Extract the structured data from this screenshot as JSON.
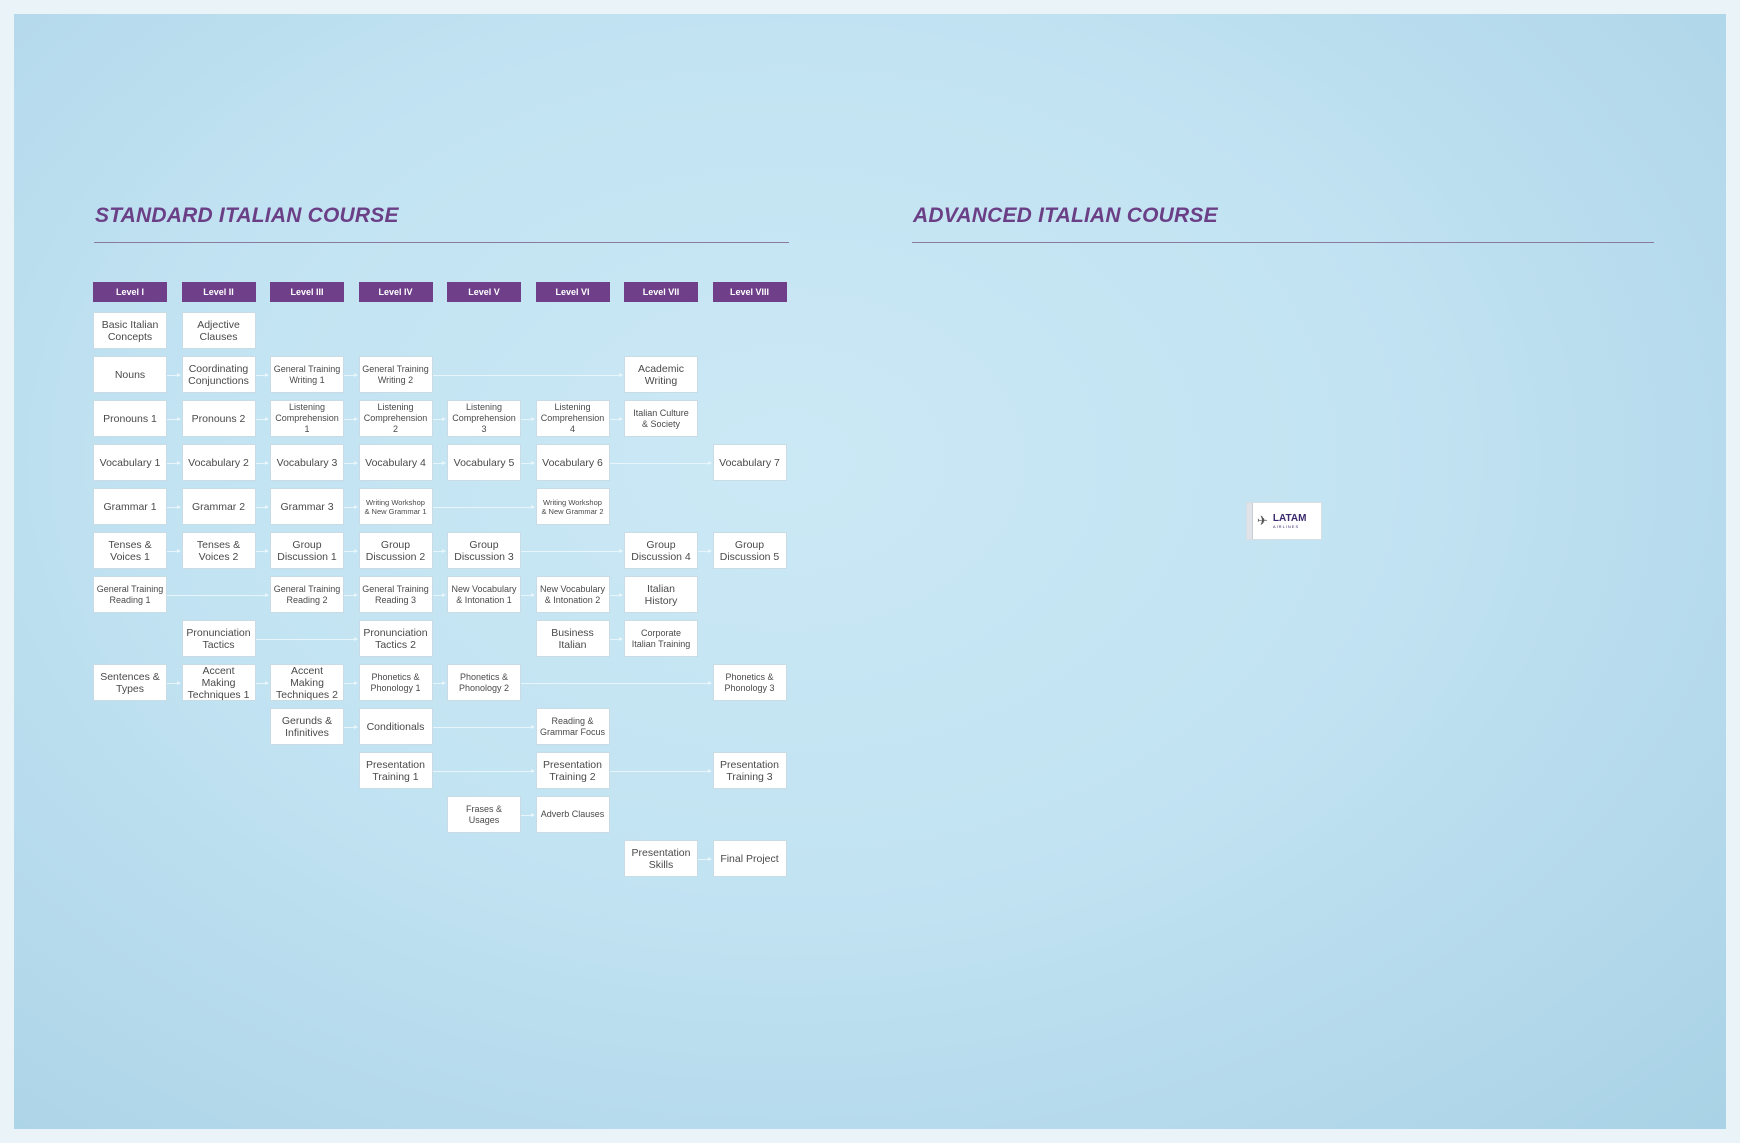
{
  "standard_title": "STANDARD ITALIAN COURSE",
  "advanced_title": "ADVANCED ITALIAN COURSE",
  "levels": [
    "Level I",
    "Level II",
    "Level III",
    "Level IV",
    "Level V",
    "Level VI",
    "Level VII",
    "Level VIII"
  ],
  "courses": [
    {
      "label": "Basic Italian\nConcepts",
      "level": 0,
      "row": 0
    },
    {
      "label": "Adjective\nClauses",
      "level": 1,
      "row": 0
    },
    {
      "label": "Nouns",
      "level": 0,
      "row": 1
    },
    {
      "label": "Coordinating\nConjunctions",
      "level": 1,
      "row": 1
    },
    {
      "label": "General Training\nWriting 1",
      "level": 2,
      "row": 1,
      "size": "small"
    },
    {
      "label": "General Training\nWriting 2",
      "level": 3,
      "row": 1,
      "size": "small"
    },
    {
      "label": "Academic\nWriting",
      "level": 6,
      "row": 1
    },
    {
      "label": "Pronouns 1",
      "level": 0,
      "row": 2
    },
    {
      "label": "Pronouns 2",
      "level": 1,
      "row": 2
    },
    {
      "label": "Listening\nComprehension 1",
      "level": 2,
      "row": 2,
      "size": "small"
    },
    {
      "label": "Listening\nComprehension 2",
      "level": 3,
      "row": 2,
      "size": "small"
    },
    {
      "label": "Listening\nComprehension 3",
      "level": 4,
      "row": 2,
      "size": "small"
    },
    {
      "label": "Listening\nComprehension 4",
      "level": 5,
      "row": 2,
      "size": "small"
    },
    {
      "label": "Italian Culture\n& Society",
      "level": 6,
      "row": 2,
      "size": "small"
    },
    {
      "label": "Vocabulary 1",
      "level": 0,
      "row": 3
    },
    {
      "label": "Vocabulary 2",
      "level": 1,
      "row": 3
    },
    {
      "label": "Vocabulary 3",
      "level": 2,
      "row": 3
    },
    {
      "label": "Vocabulary 4",
      "level": 3,
      "row": 3
    },
    {
      "label": "Vocabulary 5",
      "level": 4,
      "row": 3
    },
    {
      "label": "Vocabulary 6",
      "level": 5,
      "row": 3
    },
    {
      "label": "Vocabulary 7",
      "level": 7,
      "row": 3
    },
    {
      "label": "Grammar 1",
      "level": 0,
      "row": 4
    },
    {
      "label": "Grammar 2",
      "level": 1,
      "row": 4
    },
    {
      "label": "Grammar 3",
      "level": 2,
      "row": 4
    },
    {
      "label": "Writing Workshop\n& New Grammar 1",
      "level": 3,
      "row": 4,
      "size": "tiny"
    },
    {
      "label": "Writing Workshop\n& New Grammar 2",
      "level": 5,
      "row": 4,
      "size": "tiny"
    },
    {
      "label": "Tenses &\nVoices 1",
      "level": 0,
      "row": 5
    },
    {
      "label": "Tenses &\nVoices 2",
      "level": 1,
      "row": 5
    },
    {
      "label": "Group\nDiscussion 1",
      "level": 2,
      "row": 5
    },
    {
      "label": "Group\nDiscussion 2",
      "level": 3,
      "row": 5
    },
    {
      "label": "Group\nDiscussion 3",
      "level": 4,
      "row": 5
    },
    {
      "label": "Group\nDiscussion 4",
      "level": 6,
      "row": 5
    },
    {
      "label": "Group\nDiscussion 5",
      "level": 7,
      "row": 5
    },
    {
      "label": "General Training\nReading 1",
      "level": 0,
      "row": 6,
      "size": "small"
    },
    {
      "label": "General Training\nReading 2",
      "level": 2,
      "row": 6,
      "size": "small"
    },
    {
      "label": "General Training\nReading 3",
      "level": 3,
      "row": 6,
      "size": "small"
    },
    {
      "label": "New Vocabulary\n& Intonation 1",
      "level": 4,
      "row": 6,
      "size": "small"
    },
    {
      "label": "New Vocabulary\n& Intonation 2",
      "level": 5,
      "row": 6,
      "size": "small"
    },
    {
      "label": "Italian\nHistory",
      "level": 6,
      "row": 6
    },
    {
      "label": "Pronunciation\nTactics",
      "level": 1,
      "row": 7
    },
    {
      "label": "Pronunciation\nTactics 2",
      "level": 3,
      "row": 7
    },
    {
      "label": "Business\nItalian",
      "level": 5,
      "row": 7
    },
    {
      "label": "Corporate\nItalian Training",
      "level": 6,
      "row": 7,
      "size": "small"
    },
    {
      "label": "Sentences &\nTypes",
      "level": 0,
      "row": 8
    },
    {
      "label": "Accent Making\nTechniques 1",
      "level": 1,
      "row": 8
    },
    {
      "label": "Accent Making\nTechniques 2",
      "level": 2,
      "row": 8
    },
    {
      "label": "Phonetics &\nPhonology 1",
      "level": 3,
      "row": 8,
      "size": "small"
    },
    {
      "label": "Phonetics &\nPhonology 2",
      "level": 4,
      "row": 8,
      "size": "small"
    },
    {
      "label": "Phonetics &\nPhonology 3",
      "level": 7,
      "row": 8,
      "size": "small"
    },
    {
      "label": "Gerunds &\nInfinitives",
      "level": 2,
      "row": 9
    },
    {
      "label": "Conditionals",
      "level": 3,
      "row": 9
    },
    {
      "label": "Reading &\nGrammar Focus",
      "level": 5,
      "row": 9,
      "size": "small"
    },
    {
      "label": "Presentation\nTraining 1",
      "level": 3,
      "row": 10
    },
    {
      "label": "Presentation\nTraining 2",
      "level": 5,
      "row": 10
    },
    {
      "label": "Presentation\nTraining 3",
      "level": 7,
      "row": 10
    },
    {
      "label": "Frases & Usages",
      "level": 4,
      "row": 11,
      "size": "small"
    },
    {
      "label": "Adverb Clauses",
      "level": 5,
      "row": 11,
      "size": "small"
    },
    {
      "label": "Presentation\nSkills",
      "level": 6,
      "row": 12
    },
    {
      "label": "Final Project",
      "level": 7,
      "row": 12
    }
  ],
  "connections": [
    {
      "row": 1,
      "from": 0,
      "to": 1
    },
    {
      "row": 1,
      "from": 1,
      "to": 2
    },
    {
      "row": 1,
      "from": 2,
      "to": 3
    },
    {
      "row": 1,
      "from": 3,
      "to": 6
    },
    {
      "row": 2,
      "from": 0,
      "to": 1
    },
    {
      "row": 2,
      "from": 1,
      "to": 2
    },
    {
      "row": 2,
      "from": 2,
      "to": 3
    },
    {
      "row": 2,
      "from": 3,
      "to": 4
    },
    {
      "row": 2,
      "from": 4,
      "to": 5
    },
    {
      "row": 2,
      "from": 5,
      "to": 6
    },
    {
      "row": 3,
      "from": 0,
      "to": 1
    },
    {
      "row": 3,
      "from": 1,
      "to": 2
    },
    {
      "row": 3,
      "from": 2,
      "to": 3
    },
    {
      "row": 3,
      "from": 3,
      "to": 4
    },
    {
      "row": 3,
      "from": 4,
      "to": 5
    },
    {
      "row": 3,
      "from": 5,
      "to": 7
    },
    {
      "row": 4,
      "from": 0,
      "to": 1
    },
    {
      "row": 4,
      "from": 1,
      "to": 2
    },
    {
      "row": 4,
      "from": 2,
      "to": 3
    },
    {
      "row": 4,
      "from": 3,
      "to": 5
    },
    {
      "row": 5,
      "from": 0,
      "to": 1
    },
    {
      "row": 5,
      "from": 1,
      "to": 2
    },
    {
      "row": 5,
      "from": 2,
      "to": 3
    },
    {
      "row": 5,
      "from": 3,
      "to": 4
    },
    {
      "row": 5,
      "from": 4,
      "to": 6
    },
    {
      "row": 5,
      "from": 6,
      "to": 7
    },
    {
      "row": 6,
      "from": 0,
      "to": 2
    },
    {
      "row": 6,
      "from": 2,
      "to": 3
    },
    {
      "row": 6,
      "from": 3,
      "to": 4
    },
    {
      "row": 6,
      "from": 4,
      "to": 5
    },
    {
      "row": 6,
      "from": 5,
      "to": 6
    },
    {
      "row": 7,
      "from": 1,
      "to": 3
    },
    {
      "row": 7,
      "from": 5,
      "to": 6
    },
    {
      "row": 8,
      "from": 0,
      "to": 1
    },
    {
      "row": 8,
      "from": 1,
      "to": 2
    },
    {
      "row": 8,
      "from": 2,
      "to": 3
    },
    {
      "row": 8,
      "from": 3,
      "to": 4
    },
    {
      "row": 8,
      "from": 4,
      "to": 7
    },
    {
      "row": 9,
      "from": 2,
      "to": 3
    },
    {
      "row": 9,
      "from": 3,
      "to": 5
    },
    {
      "row": 10,
      "from": 3,
      "to": 5
    },
    {
      "row": 10,
      "from": 5,
      "to": 7
    },
    {
      "row": 11,
      "from": 4,
      "to": 5
    },
    {
      "row": 12,
      "from": 6,
      "to": 7
    }
  ],
  "logo": {
    "brand": "LATAM",
    "sub": "AIRLINES",
    "icon": "airplane-icon"
  },
  "colors": {
    "accent": "#6f3f8a",
    "title": "#6b3f86",
    "background": "#c2e3f2"
  }
}
